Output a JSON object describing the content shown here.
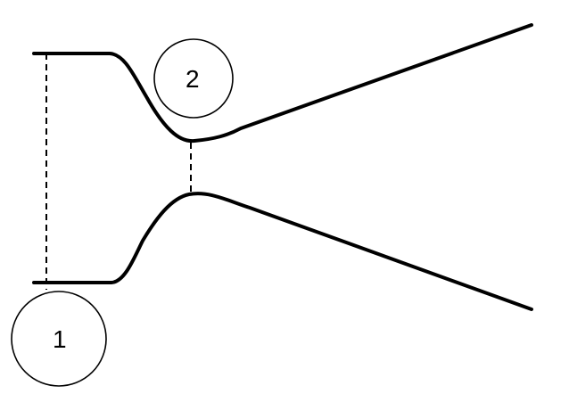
{
  "diagram": {
    "markers": [
      {
        "id": "section-1",
        "label": "1"
      },
      {
        "id": "section-2",
        "label": "2"
      }
    ],
    "colors": {
      "line": "#000000",
      "background": "#ffffff"
    }
  }
}
